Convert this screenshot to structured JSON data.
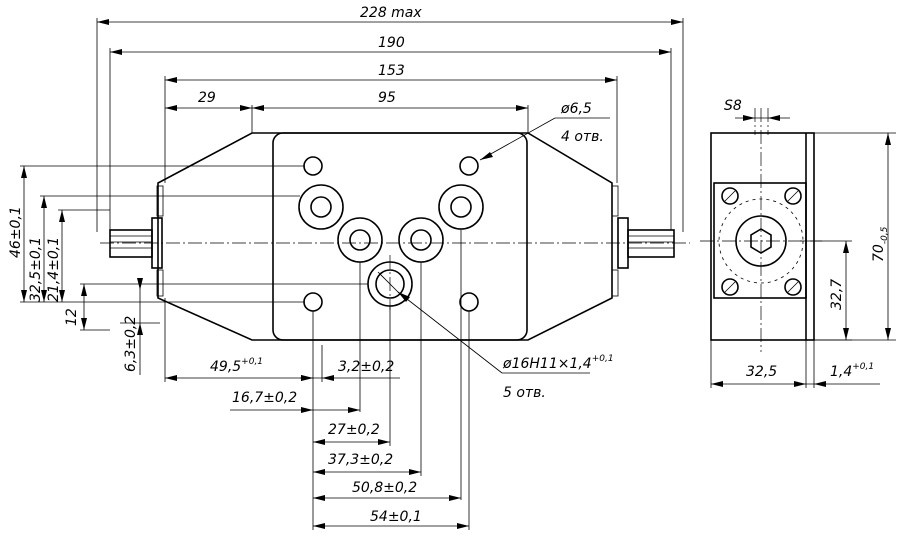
{
  "dimensions": {
    "overall_max": "228 max",
    "overall_190": "190",
    "overall_153": "153",
    "left_29": "29",
    "center_95": "95",
    "hole_dia": "ø6,5",
    "hole_count": "4 отв.",
    "port_dia": "ø16H11×1,4",
    "port_tol": "+0,1",
    "port_count": "5 отв.",
    "v46": "46±0,1",
    "v325": "32,5±0,1",
    "v214": "21,4±0,1",
    "v12": "12",
    "v63": "6,3±0,2",
    "h495": "49,5",
    "h495_tol": "+0,1",
    "h32": "3,2±0,2",
    "h167": "16,7±0,2",
    "h27": "27±0,2",
    "h373": "37,3±0,2",
    "h508": "50,8±0,2",
    "h54": "54±0,1",
    "side_s8": "S8",
    "side_70": "70",
    "side_70_tol": "-0,5",
    "side_327": "32,7",
    "side_325": "32,5",
    "side_14": "1,4",
    "side_14_tol": "+0,1"
  }
}
